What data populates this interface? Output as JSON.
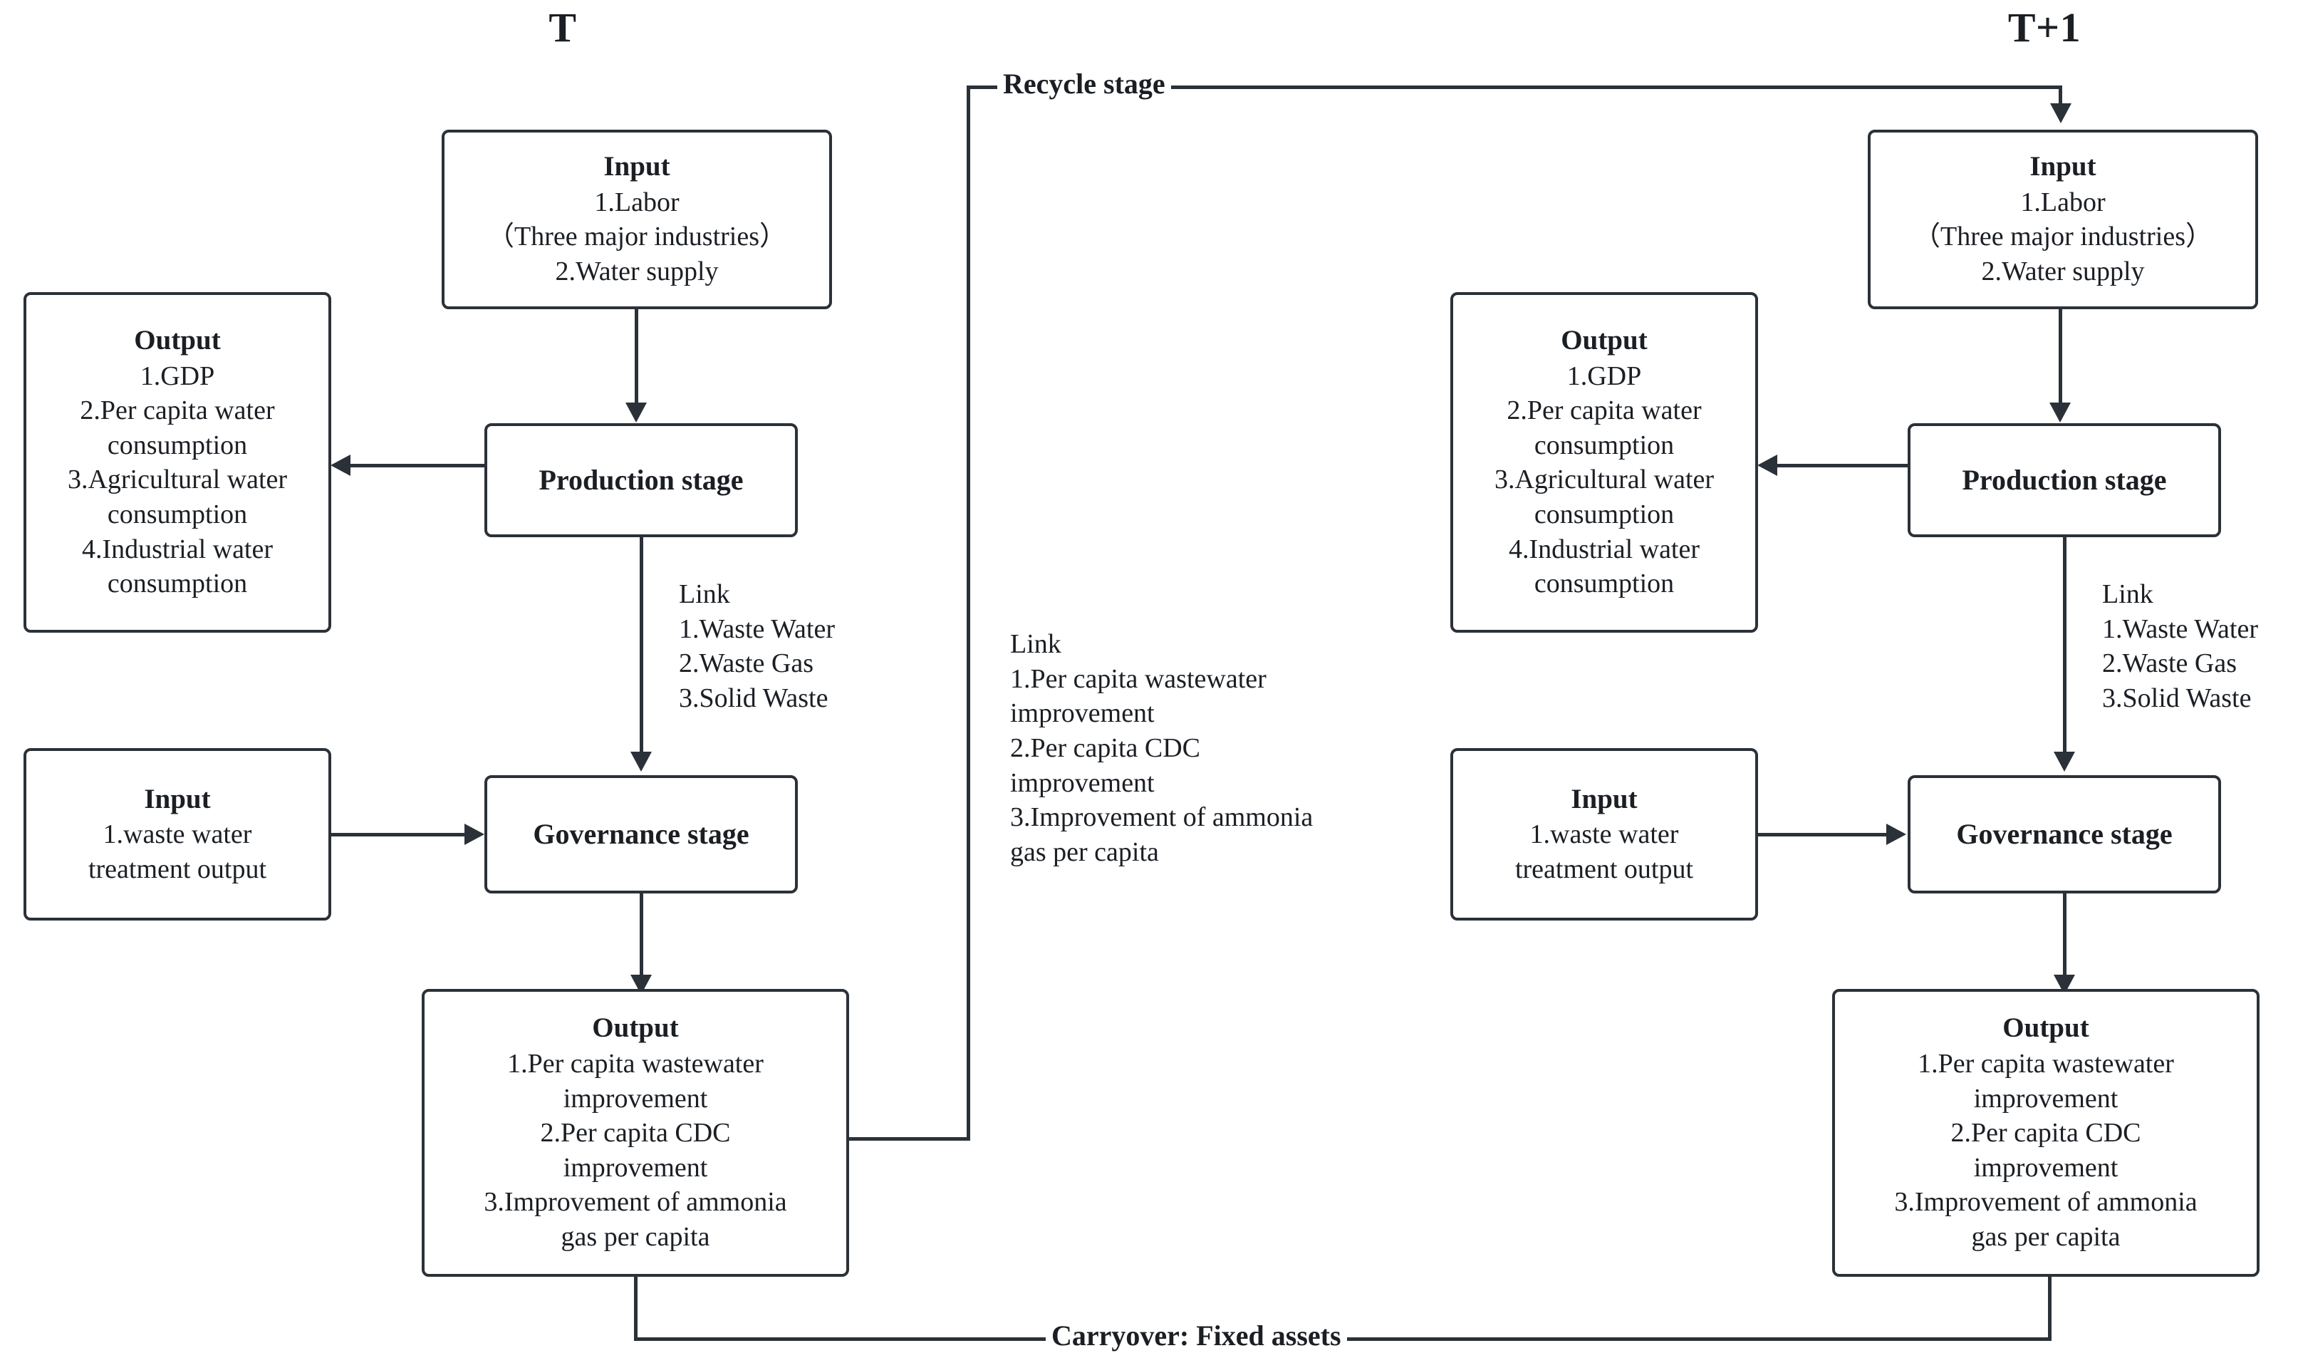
{
  "diagram": {
    "title_left": "T",
    "title_right": "T+1",
    "edges": {
      "recycle_label": "Recycle stage",
      "carryover_label": "Carryover: Fixed assets"
    },
    "periods": [
      {
        "id": "T",
        "label": "T",
        "boxes": {
          "input_top": {
            "title": "Input",
            "lines": [
              "1.Labor",
              "（Three major industries）",
              "2.Water supply"
            ]
          },
          "output_left": {
            "title": "Output",
            "lines": [
              "1.GDP",
              "2.Per capita water",
              "consumption",
              "3.Agricultural water",
              "consumption",
              "4.Industrial water",
              "consumption"
            ]
          },
          "production_stage": {
            "title": "Production stage"
          },
          "input_bottom": {
            "title": "Input",
            "lines": [
              "1.waste water",
              "treatment output"
            ]
          },
          "governance_stage": {
            "title": "Governance stage"
          },
          "output_bottom": {
            "title": "Output",
            "lines": [
              "1.Per capita wastewater",
              "improvement",
              "2.Per capita CDC",
              "improvement",
              "3.Improvement of ammonia",
              "gas per capita"
            ]
          }
        },
        "link_note": "Link\n1.Waste Water\n2.Waste Gas\n3.Solid Waste"
      },
      {
        "id": "T+1",
        "label": "T+1",
        "boxes": {
          "input_top": {
            "title": "Input",
            "lines": [
              "1.Labor",
              "（Three major industries）",
              "2.Water supply"
            ]
          },
          "output_left": {
            "title": "Output",
            "lines": [
              "1.GDP",
              "2.Per capita water",
              "consumption",
              "3.Agricultural water",
              "consumption",
              "4.Industrial water",
              "consumption"
            ]
          },
          "production_stage": {
            "title": "Production stage"
          },
          "input_bottom": {
            "title": "Input",
            "lines": [
              "1.waste water",
              "treatment output"
            ]
          },
          "governance_stage": {
            "title": "Governance stage"
          },
          "output_bottom": {
            "title": "Output",
            "lines": [
              "1.Per capita wastewater",
              "improvement",
              "2.Per capita CDC",
              "improvement",
              "3.Improvement of ammonia",
              "gas per capita"
            ]
          }
        },
        "link_note": "Link\n1.Waste Water\n2.Waste Gas\n3.Solid Waste"
      }
    ],
    "center_link_note": "Link\n1.Per capita wastewater\nimprovement\n2.Per capita CDC\nimprovement\n3.Improvement of ammonia\ngas per capita",
    "colors": {
      "stroke": "#2b3138",
      "text": "#1b1f24",
      "background": "#ffffff"
    }
  }
}
